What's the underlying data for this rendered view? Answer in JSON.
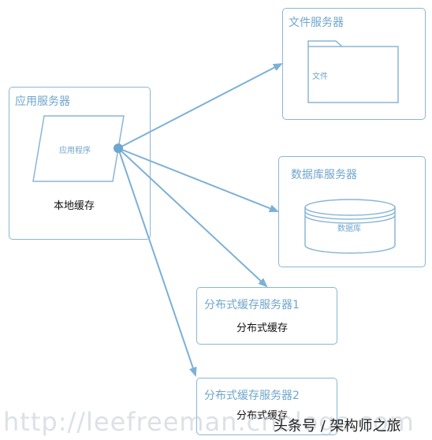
{
  "app_server": {
    "title": "应用服务器",
    "program_label": "应用程序",
    "cache_label": "本地缓存"
  },
  "file_server": {
    "title": "文件服务器",
    "file_label": "文件"
  },
  "db_server": {
    "title": "数据库服务器",
    "db_label": "数据库"
  },
  "cache_server_1": {
    "title": "分布式缓存服务器1",
    "content_label": "分布式缓存"
  },
  "cache_server_2": {
    "title": "分布式缓存服务器2",
    "content_label": "分布式缓存"
  },
  "watermark": "http://leefreeman.cnblogs.com",
  "caption": "头条号 / 架构师之旅",
  "colors": {
    "line": "#7db0d6",
    "border": "#8ab6d6",
    "title_text": "#6fa6cd",
    "body_text": "#111111"
  }
}
